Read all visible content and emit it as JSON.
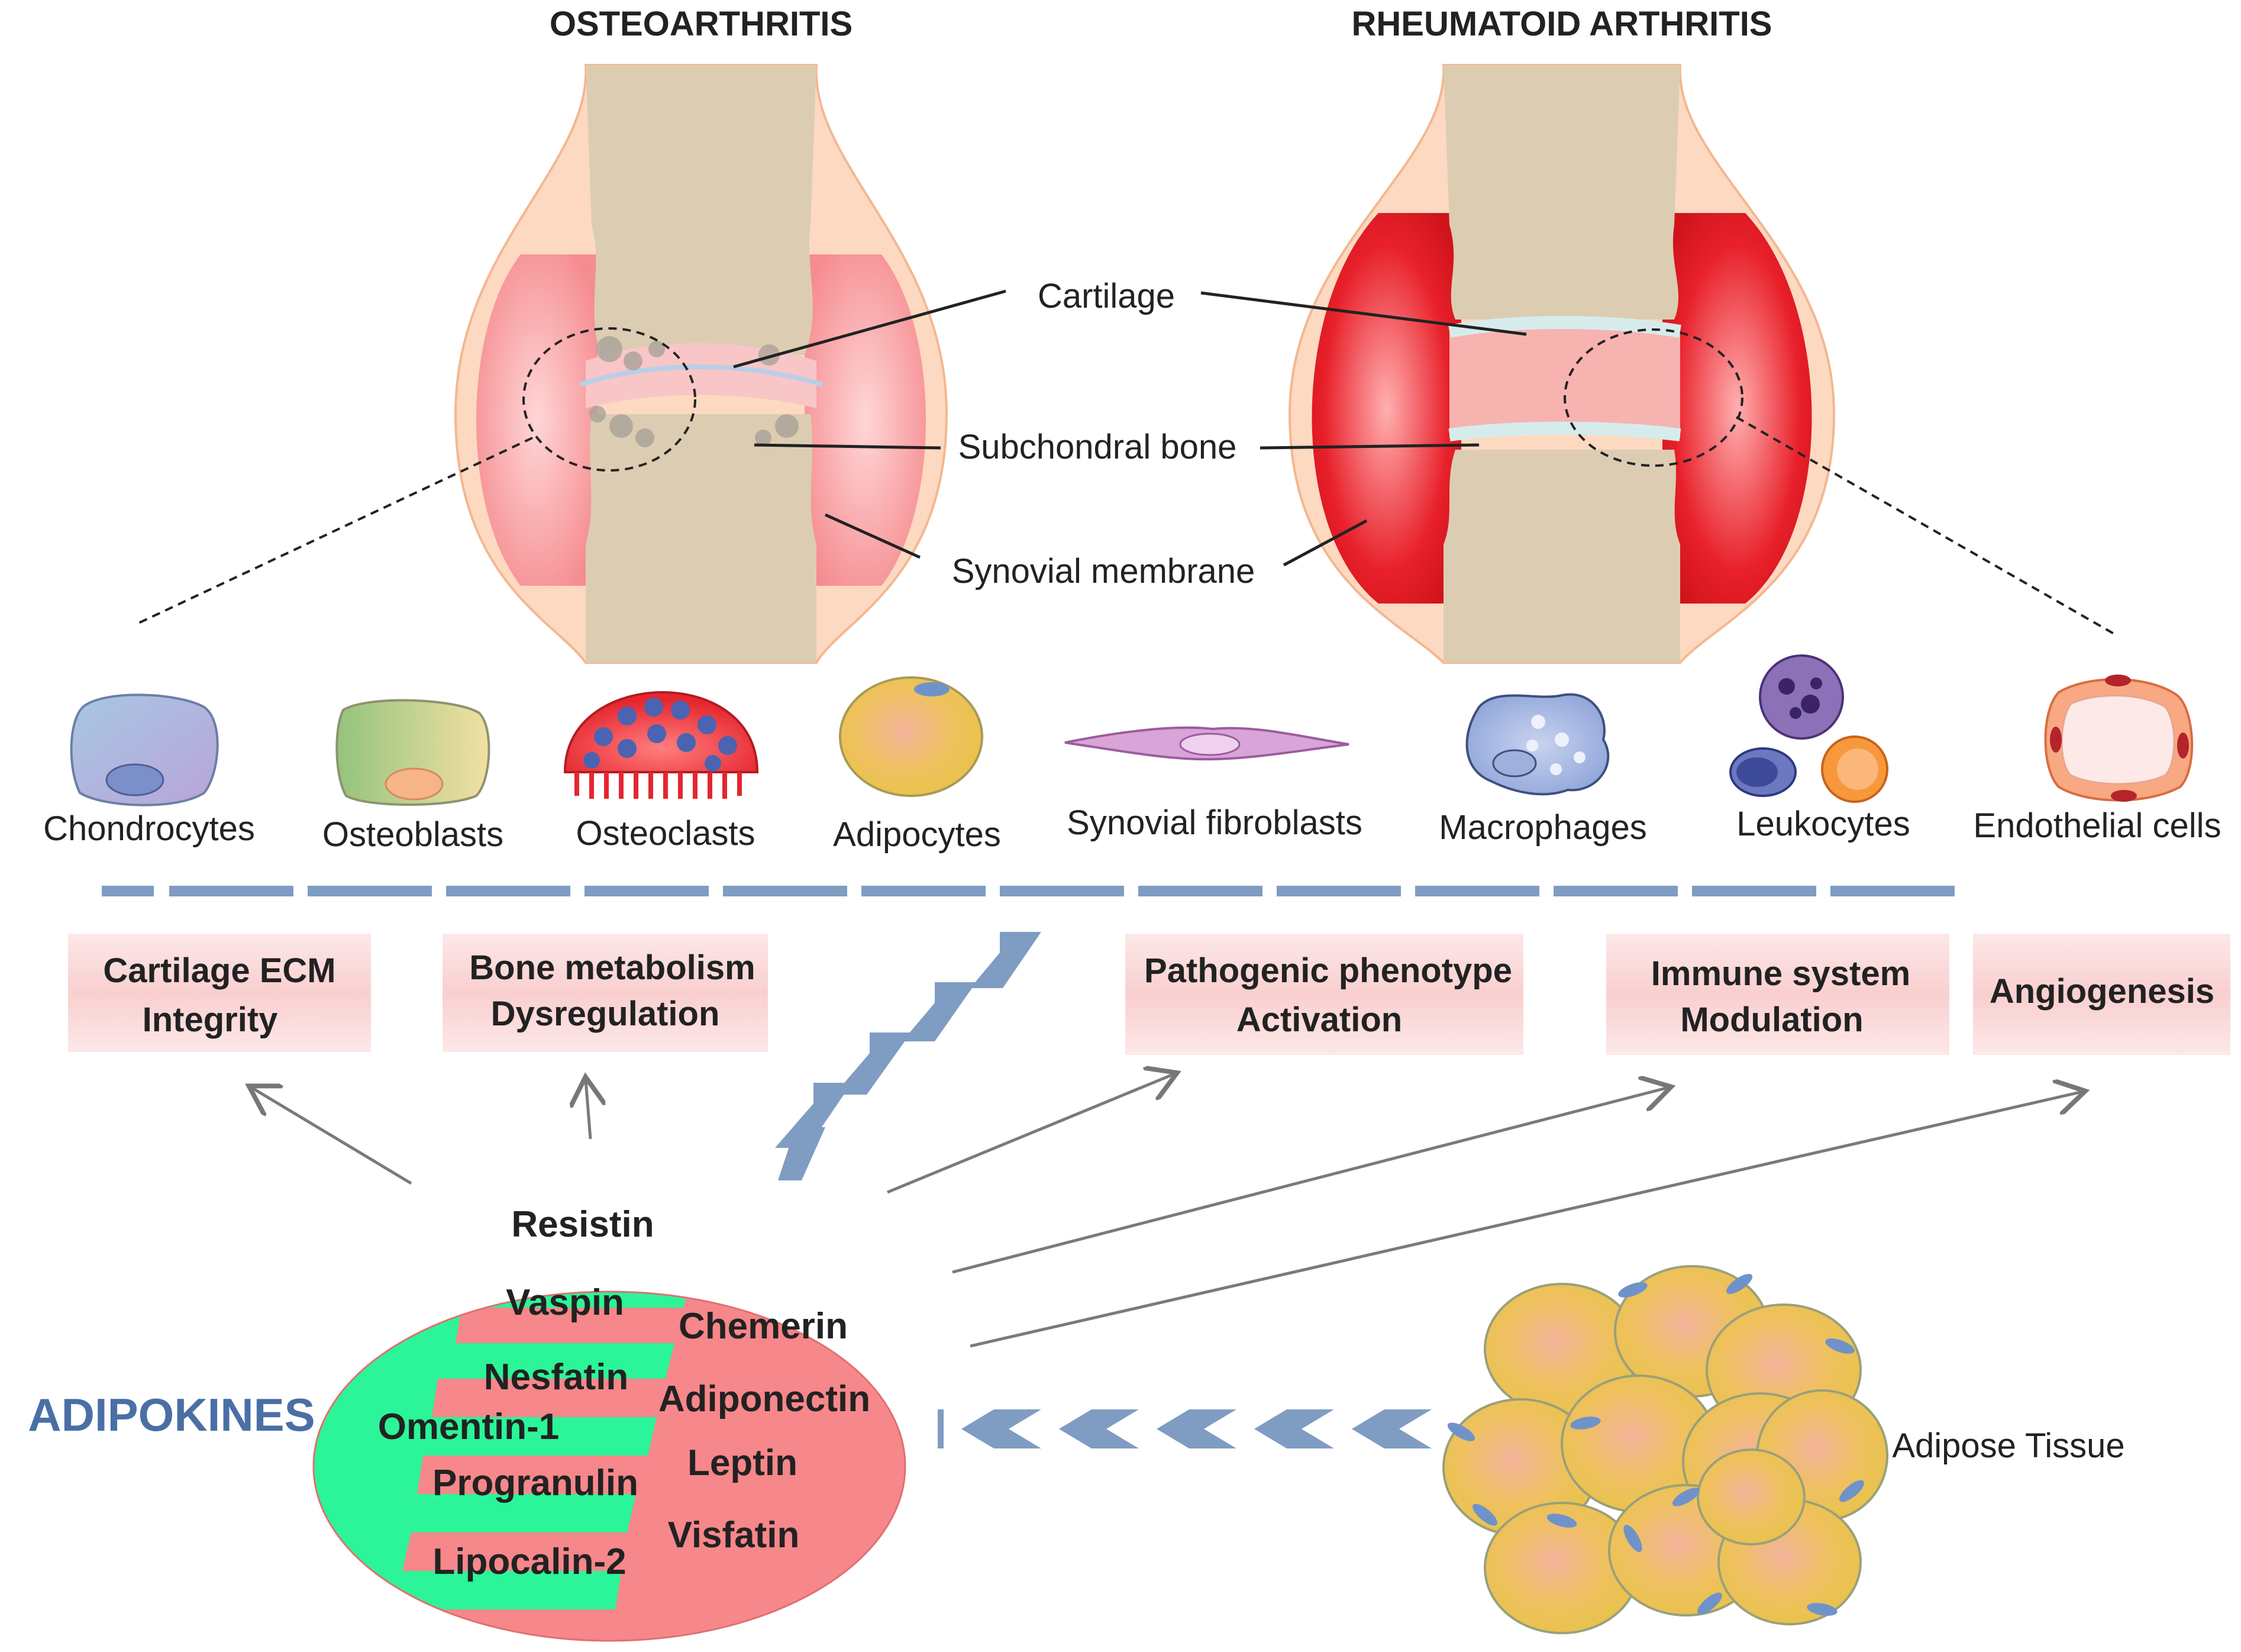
{
  "colors": {
    "synovium_oa": "#f79496",
    "synovium_ra": "#e8202a",
    "bone": "#dccdb2",
    "capsule": "#fbd8bf",
    "dash_bar": "#7f9cc3",
    "chevron": "#7f9cc3",
    "box_fill": "#fbdada",
    "adipokine_green": "#2bf598",
    "adipokine_salmon": "#f6878a",
    "adipokines_title": "#4a6fa5",
    "adipocyte": "#eec64d"
  },
  "joints": {
    "oa_title": "OSTEOARTHRITIS",
    "ra_title": "RHEUMATOID ARTHRITIS",
    "cartilage": "Cartilage",
    "subchondral_bone": "Subchondral bone",
    "synovial_membrane": "Synovial membrane"
  },
  "cells": {
    "chondrocytes": "Chondrocytes",
    "osteoblasts": "Osteoblasts",
    "osteoclasts": "Osteoclasts",
    "adipocytes": "Adipocytes",
    "synovial_fibroblasts": "Synovial fibroblasts",
    "macrophages": "Macrophages",
    "leukocytes": "Leukocytes",
    "endothelial_cells": "Endothelial cells"
  },
  "effects": [
    {
      "line1": "Cartilage ECM",
      "line2": "Integrity"
    },
    {
      "line1": "Bone metabolism",
      "line2": "Dysregulation"
    },
    {
      "line1": "Pathogenic phenotype",
      "line2": "Activation"
    },
    {
      "line1": "Immune system",
      "line2": "Modulation"
    },
    {
      "line1": "Angiogenesis",
      "line2": ""
    }
  ],
  "adipokines": {
    "title": "ADIPOKINES",
    "green": [
      "Resistin",
      "Vaspin",
      "Nesfatin",
      "Omentin-1",
      "Progranulin",
      "Lipocalin-2"
    ],
    "salmon": [
      "Chemerin",
      "Adiponectin",
      "Leptin",
      "Visfatin"
    ]
  },
  "adipose_tissue_label": "Adipose Tissue"
}
